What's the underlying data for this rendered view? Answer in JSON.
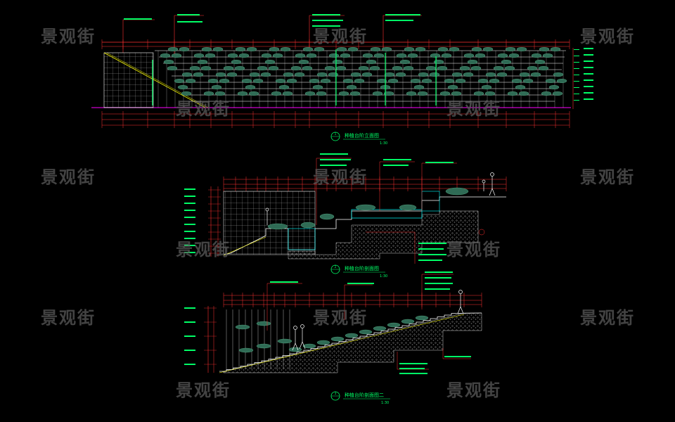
{
  "watermark": "景观街",
  "drawings": [
    {
      "title": "种植台阶立面图",
      "number": "1",
      "scale": "1:30"
    },
    {
      "title": "种植台阶剖面图",
      "number": "2",
      "scale": "1:30"
    },
    {
      "title": "种植台阶剖面图二",
      "number": "3",
      "scale": "1:30"
    }
  ],
  "colors": {
    "background": "#000000",
    "dimension": "#ff3030",
    "structure": "#ffffff",
    "plants": "#00ff66",
    "fill": "#c8c800",
    "water": "#00ffff",
    "soil": "#b0b0b0",
    "accent_magenta": "#ff00ff"
  }
}
